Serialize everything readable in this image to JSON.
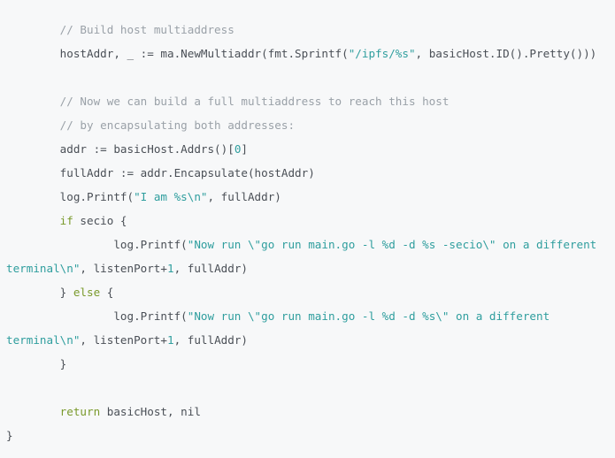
{
  "colors": {
    "background": "#f7f8f9",
    "text": "#4a4f56",
    "comment": "#9aa1a8",
    "string": "#2f9e9e",
    "keyword": "#7a9a2c"
  },
  "code": {
    "l1": {
      "indent": "        ",
      "comment": "// Build host multiaddress"
    },
    "l2": {
      "indent": "        ",
      "pre": "hostAddr, _ := ma.NewMultiaddr(fmt.Sprintf(",
      "str": "\"/ipfs/%s\"",
      "post": ", basicHost.ID().Pretty()))"
    },
    "l3": {
      "indent": "        ",
      "comment": "// Now we can build a full multiaddress to reach this host"
    },
    "l4": {
      "indent": "        ",
      "comment": "// by encapsulating both addresses:"
    },
    "l5": {
      "indent": "        ",
      "pre": "addr := basicHost.Addrs()[",
      "num": "0",
      "post": "]"
    },
    "l6": {
      "indent": "        ",
      "text": "fullAddr := addr.Encapsulate(hostAddr)"
    },
    "l7": {
      "indent": "        ",
      "pre": "log.Printf(",
      "str": "\"I am %s\\n\"",
      "post": ", fullAddr)"
    },
    "l8": {
      "indent": "        ",
      "kw": "if",
      "post": " secio {"
    },
    "l9": {
      "indent": "                ",
      "pre": "log.Printf(",
      "str": "\"Now run \\\"go run main.go -l %d -d %s -secio\\\" on a different"
    },
    "l10": {
      "str": "terminal\\n\"",
      "mid": ", listenPort",
      "op": "+",
      "num": "1",
      "post": ", fullAddr)"
    },
    "l11": {
      "indent": "        ",
      "pre": "} ",
      "kw": "else",
      "post": " {"
    },
    "l12": {
      "indent": "                ",
      "pre": "log.Printf(",
      "str": "\"Now run \\\"go run main.go -l %d -d %s\\\" on a different"
    },
    "l13": {
      "str": "terminal\\n\"",
      "mid": ", listenPort",
      "op": "+",
      "num": "1",
      "post": ", fullAddr)"
    },
    "l14": {
      "indent": "        ",
      "text": "}"
    },
    "l15": {
      "indent": "        ",
      "kw": "return",
      "post": " basicHost, nil"
    },
    "l16": {
      "text": "}"
    }
  }
}
